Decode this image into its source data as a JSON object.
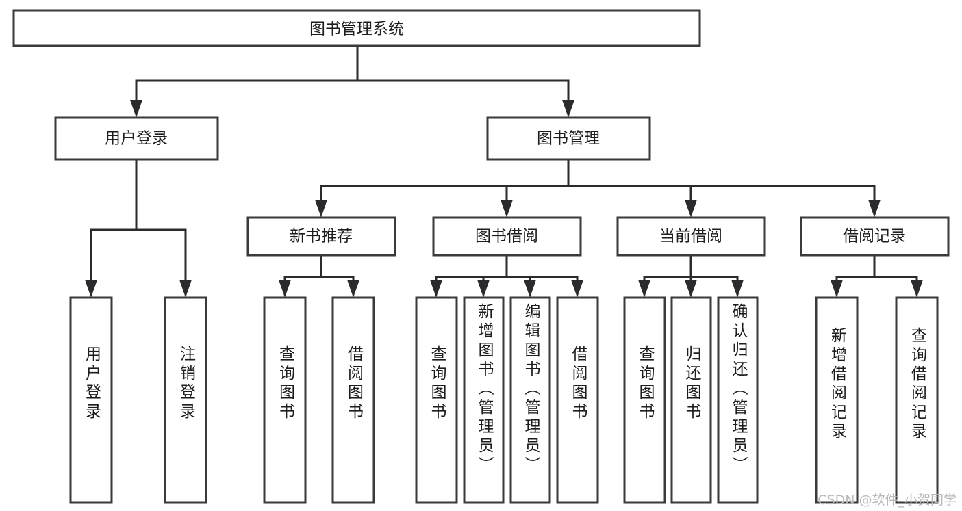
{
  "diagram": {
    "title": "图书管理系统",
    "type": "tree",
    "watermark": "CSDN @软件_小贺同学",
    "root": {
      "id": "root",
      "label": "图书管理系统"
    },
    "level2": [
      {
        "id": "user-login",
        "label": "用户登录"
      },
      {
        "id": "book-manage",
        "label": "图书管理"
      }
    ],
    "level3": [
      {
        "id": "new-book-rec",
        "label": "新书推荐",
        "parent": "book-manage"
      },
      {
        "id": "book-borrow",
        "label": "图书借阅",
        "parent": "book-manage"
      },
      {
        "id": "current-borrow",
        "label": "当前借阅",
        "parent": "book-manage"
      },
      {
        "id": "borrow-record",
        "label": "借阅记录",
        "parent": "book-manage"
      }
    ],
    "leaves": {
      "user-login": [
        {
          "id": "leaf-user-login",
          "label": "用户登录"
        },
        {
          "id": "leaf-user-logout",
          "label": "注销登录"
        }
      ],
      "new-book-rec": [
        {
          "id": "leaf-query-book-1",
          "label": "查询图书"
        },
        {
          "id": "leaf-borrow-book-1",
          "label": "借阅图书"
        }
      ],
      "book-borrow": [
        {
          "id": "leaf-query-book-2",
          "label": "查询图书"
        },
        {
          "id": "leaf-add-book",
          "label": "新增图书（管理员）"
        },
        {
          "id": "leaf-edit-book",
          "label": "编辑图书（管理员）"
        },
        {
          "id": "leaf-borrow-book-2",
          "label": "借阅图书"
        }
      ],
      "current-borrow": [
        {
          "id": "leaf-query-book-3",
          "label": "查询图书"
        },
        {
          "id": "leaf-return-book",
          "label": "归还图书"
        },
        {
          "id": "leaf-confirm-return",
          "label": "确认归还（管理员）"
        }
      ],
      "borrow-record": [
        {
          "id": "leaf-add-record",
          "label": "新增借阅记录"
        },
        {
          "id": "leaf-query-record",
          "label": "查询借阅记录"
        }
      ]
    },
    "colors": {
      "box_stroke": "#3a3a3c",
      "connector": "#2b2b2d",
      "text": "#1d1d1f",
      "background": "#ffffff",
      "watermark": "#b9b9bb"
    }
  }
}
